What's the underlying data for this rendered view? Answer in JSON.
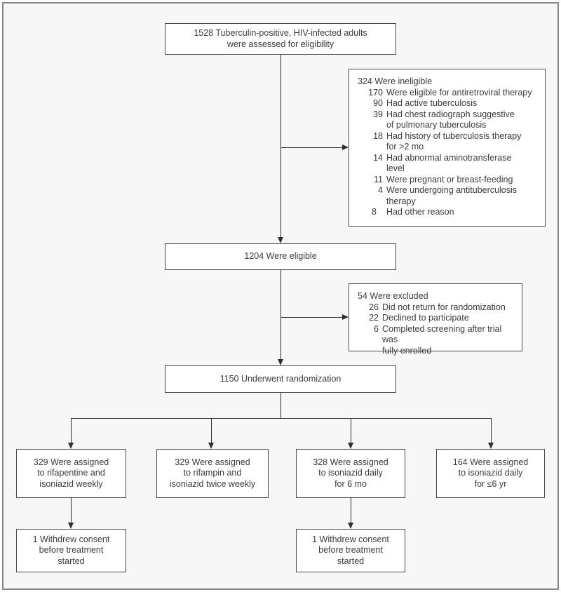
{
  "flowchart": {
    "assessed": {
      "lines": [
        "1528 Tuberculin-positive, HIV-infected adults",
        "were assessed for eligibility"
      ]
    },
    "ineligible": {
      "title": "324 Were ineligible",
      "items": [
        {
          "num": "170",
          "lines": [
            "Were eligible for antiretroviral therapy"
          ]
        },
        {
          "num": "90",
          "lines": [
            "Had active tuberculosis"
          ]
        },
        {
          "num": "39",
          "lines": [
            "Had chest radiograph suggestive",
            "of pulmonary tuberculosis"
          ]
        },
        {
          "num": "18",
          "lines": [
            "Had history of tuberculosis therapy",
            "for >2 mo"
          ]
        },
        {
          "num": "14",
          "lines": [
            "Had abnormal aminotransferase",
            "level"
          ]
        },
        {
          "num": "11",
          "lines": [
            "Were pregnant or breast-feeding"
          ]
        },
        {
          "num": "4",
          "lines": [
            "Were undergoing antituberculosis",
            "therapy"
          ]
        },
        {
          "num": "8",
          "lines": [
            "Had other reason"
          ],
          "align": "left"
        }
      ]
    },
    "eligible": {
      "lines": [
        "1204 Were eligible"
      ]
    },
    "excluded": {
      "title": "54 Were excluded",
      "items": [
        {
          "num": "26",
          "lines": [
            "Did not return for randomization"
          ]
        },
        {
          "num": "22",
          "lines": [
            "Declined to participate"
          ]
        },
        {
          "num": "6",
          "lines": [
            "Completed screening after trial was",
            "fully enrolled"
          ]
        }
      ]
    },
    "randomization": {
      "lines": [
        "1150 Underwent randomization"
      ]
    },
    "arms": [
      {
        "lines": [
          "329 Were assigned",
          "to rifapentine and",
          "isoniazid weekly"
        ]
      },
      {
        "lines": [
          "329 Were assigned",
          "to rifampin and",
          "isoniazid twice weekly"
        ]
      },
      {
        "lines": [
          "328 Were assigned",
          "to isoniazid daily",
          "for 6 mo"
        ]
      },
      {
        "lines": [
          "164 Were assigned",
          "to isoniazid daily",
          "for ≤6 yr"
        ]
      }
    ],
    "withdrawals": [
      {
        "lines": [
          "1 Withdrew consent",
          "before treatment",
          "started"
        ]
      },
      {
        "lines": [
          "1 Withdrew consent",
          "before treatment",
          "started"
        ]
      }
    ],
    "colors": {
      "background": "#f7f7f8",
      "box_fill": "#ffffff",
      "box_border": "#4a4a4a",
      "connector_line": "#2f2f2f",
      "text": "#3c3c3c",
      "frame_border": "#868686"
    }
  }
}
